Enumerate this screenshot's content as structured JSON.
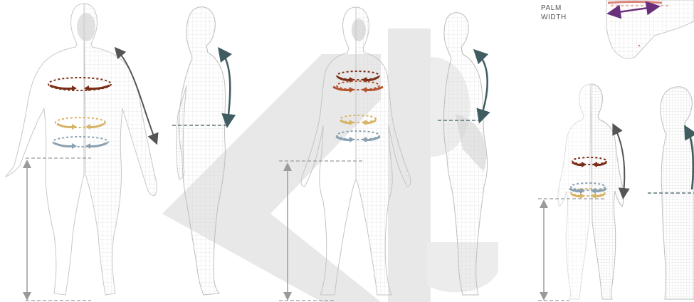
{
  "labels": {
    "palm_line1": "PALM",
    "palm_line2": "WIDTH"
  },
  "colors": {
    "chest": "#7a2e17",
    "underbust": "#b4532e",
    "waist": "#d8b466",
    "hip": "#8aa0b0",
    "arm_arrow": "#555555",
    "back_arrow": "#3f5c60",
    "height_arrow": "#9a9a9a",
    "palm_primary": "#6a2f7a",
    "palm_secondary": "#d9837a",
    "watermark": "#e6e6e6",
    "body_outline": "#c2c2c2",
    "body_mesh": "#d8d8d8"
  },
  "figures": [
    {
      "name": "male-front"
    },
    {
      "name": "male-side"
    },
    {
      "name": "female-front"
    },
    {
      "name": "female-side"
    },
    {
      "name": "child-front"
    },
    {
      "name": "child-side"
    },
    {
      "name": "hand-closeup"
    }
  ]
}
